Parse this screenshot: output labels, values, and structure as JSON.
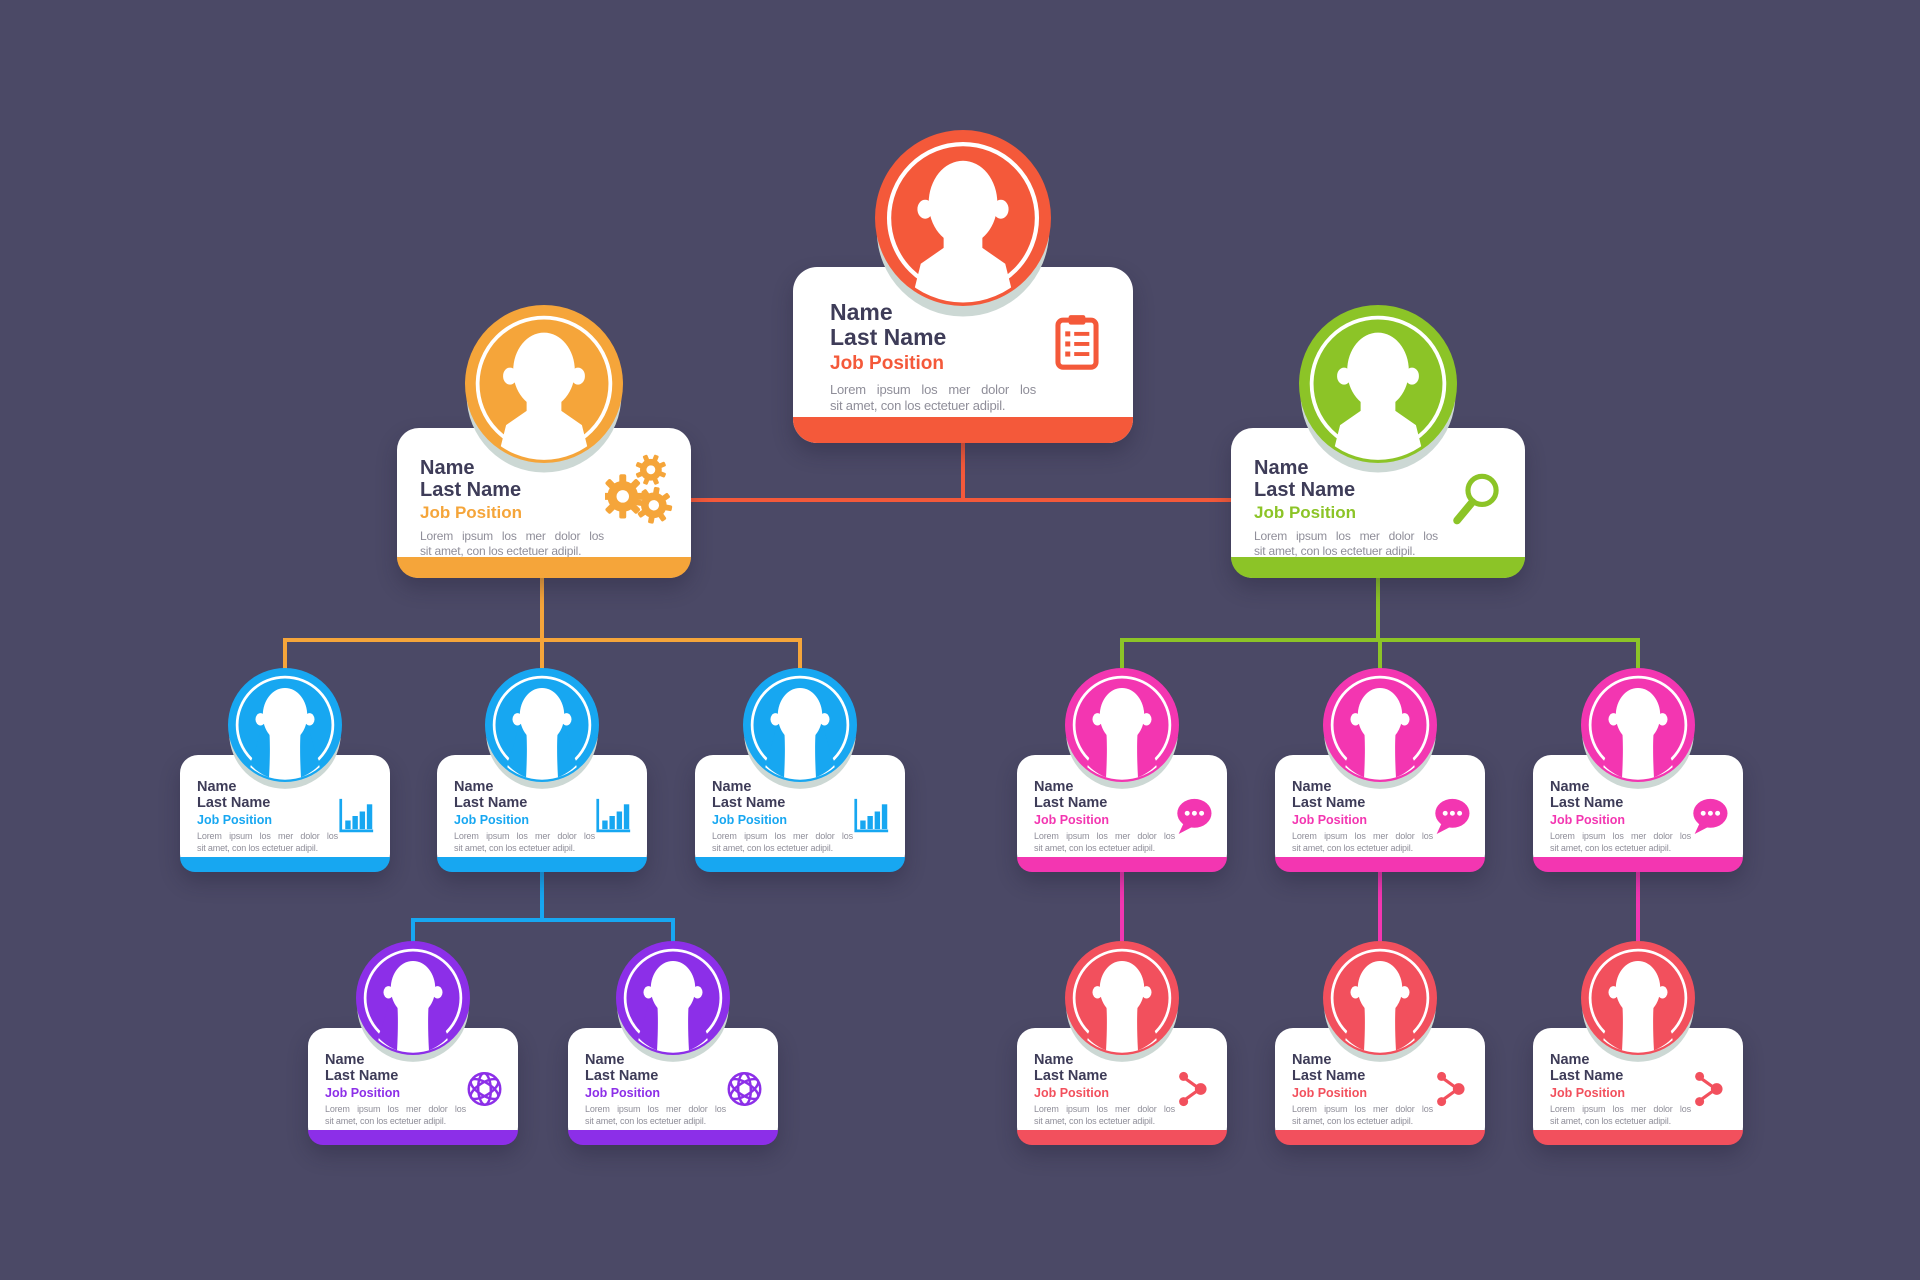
{
  "palette": {
    "bg": "#4b4966",
    "red_orange": "#f4593a",
    "orange": "#f5a53a",
    "green": "#8cc427",
    "blue": "#17a7f1",
    "purple": "#8c2fe8",
    "pink": "#f336b1",
    "red": "#f2505d",
    "card_bg": "#ffffff",
    "name_text": "#3e3c58",
    "body_text": "#8f8e99",
    "avatar_shadow": "#ccd8d4"
  },
  "card_text": {
    "name_line1": "Name",
    "name_line2": "Last Name",
    "job_title": "Job Position",
    "description_line1": "Lorem ipsum los mer dolor los",
    "description_line2": "sit amet, con los ectetuer adipil."
  },
  "org_chart": {
    "nodes": [
      {
        "id": "n1",
        "level": 1,
        "parent": null,
        "accent": "red_orange",
        "icon": "clipboard-icon",
        "avatar": "male"
      },
      {
        "id": "n2",
        "level": 2,
        "parent": "n1",
        "accent": "orange",
        "icon": "gears-icon",
        "avatar": "male"
      },
      {
        "id": "n3",
        "level": 2,
        "parent": "n1",
        "accent": "green",
        "icon": "magnifier-icon",
        "avatar": "male"
      },
      {
        "id": "n4",
        "level": 3,
        "parent": "n2",
        "accent": "blue",
        "icon": "bar-chart-icon",
        "avatar": "female"
      },
      {
        "id": "n5",
        "level": 3,
        "parent": "n2",
        "accent": "blue",
        "icon": "bar-chart-icon",
        "avatar": "female"
      },
      {
        "id": "n6",
        "level": 3,
        "parent": "n2",
        "accent": "blue",
        "icon": "bar-chart-icon",
        "avatar": "female"
      },
      {
        "id": "n7",
        "level": 4,
        "parent": "n5",
        "accent": "purple",
        "icon": "globe-icon",
        "avatar": "female"
      },
      {
        "id": "n8",
        "level": 4,
        "parent": "n5",
        "accent": "purple",
        "icon": "globe-icon",
        "avatar": "female"
      },
      {
        "id": "n9",
        "level": 3,
        "parent": "n3",
        "accent": "pink",
        "icon": "chat-bubble-icon",
        "avatar": "female"
      },
      {
        "id": "n10",
        "level": 3,
        "parent": "n3",
        "accent": "pink",
        "icon": "chat-bubble-icon",
        "avatar": "female"
      },
      {
        "id": "n11",
        "level": 3,
        "parent": "n3",
        "accent": "pink",
        "icon": "chat-bubble-icon",
        "avatar": "female"
      },
      {
        "id": "n12",
        "level": 4,
        "parent": "n9",
        "accent": "red",
        "icon": "share-icon",
        "avatar": "female"
      },
      {
        "id": "n13",
        "level": 4,
        "parent": "n10",
        "accent": "red",
        "icon": "share-icon",
        "avatar": "female"
      },
      {
        "id": "n14",
        "level": 4,
        "parent": "n11",
        "accent": "red",
        "icon": "share-icon",
        "avatar": "female"
      }
    ]
  }
}
